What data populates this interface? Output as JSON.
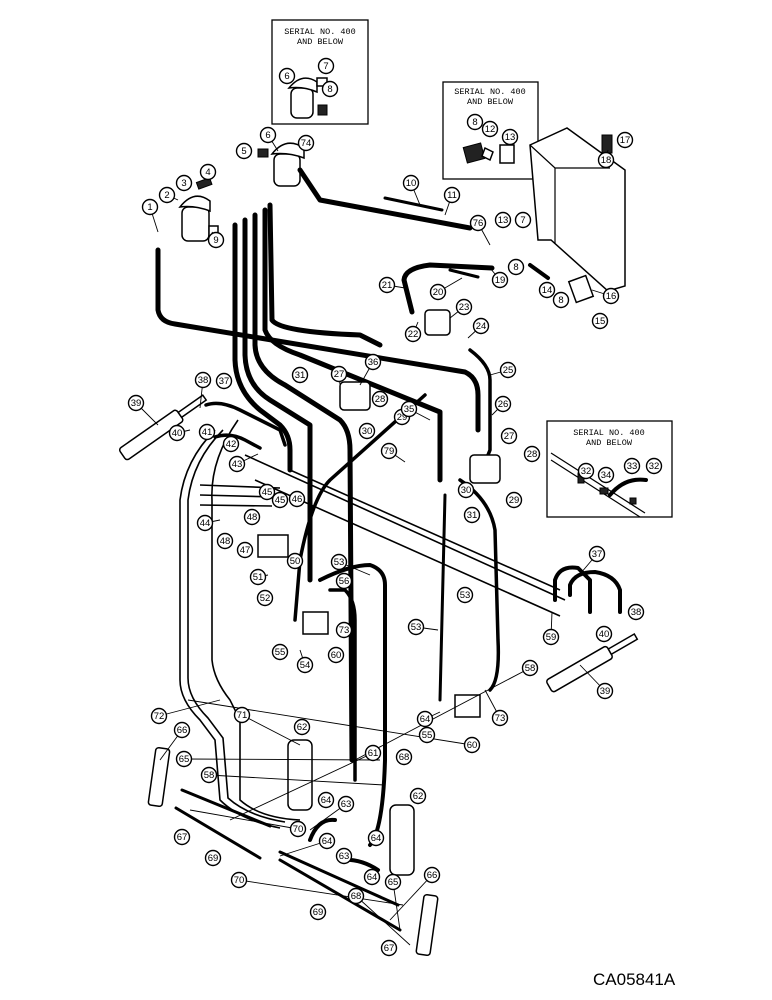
{
  "insets": [
    {
      "line1": "SERIAL NO. 400",
      "line2": "AND BELOW"
    },
    {
      "line1": "SERIAL NO. 400",
      "line2": "AND BELOW"
    },
    {
      "line1": "SERIAL NO. 400",
      "line2": "AND BELOW"
    }
  ],
  "drawing_code": "CA05841A",
  "callouts": [
    {
      "label": "1"
    },
    {
      "label": "2"
    },
    {
      "label": "3"
    },
    {
      "label": "4"
    },
    {
      "label": "5"
    },
    {
      "label": "6"
    },
    {
      "label": "74"
    },
    {
      "label": "6"
    },
    {
      "label": "7"
    },
    {
      "label": "8"
    },
    {
      "label": "9"
    },
    {
      "label": "10"
    },
    {
      "label": "11"
    },
    {
      "label": "8"
    },
    {
      "label": "12"
    },
    {
      "label": "13"
    },
    {
      "label": "17"
    },
    {
      "label": "18"
    },
    {
      "label": "76"
    },
    {
      "label": "13"
    },
    {
      "label": "7"
    },
    {
      "label": "8"
    },
    {
      "label": "19"
    },
    {
      "label": "21"
    },
    {
      "label": "20"
    },
    {
      "label": "14"
    },
    {
      "label": "8"
    },
    {
      "label": "16"
    },
    {
      "label": "15"
    },
    {
      "label": "22"
    },
    {
      "label": "23"
    },
    {
      "label": "24"
    },
    {
      "label": "25"
    },
    {
      "label": "36"
    },
    {
      "label": "27"
    },
    {
      "label": "31"
    },
    {
      "label": "38"
    },
    {
      "label": "37"
    },
    {
      "label": "39"
    },
    {
      "label": "28"
    },
    {
      "label": "29"
    },
    {
      "label": "26"
    },
    {
      "label": "35"
    },
    {
      "label": "30"
    },
    {
      "label": "40"
    },
    {
      "label": "41"
    },
    {
      "label": "42"
    },
    {
      "label": "43"
    },
    {
      "label": "79"
    },
    {
      "label": "27"
    },
    {
      "label": "28"
    },
    {
      "label": "45"
    },
    {
      "label": "46"
    },
    {
      "label": "45"
    },
    {
      "label": "31"
    },
    {
      "label": "29"
    },
    {
      "label": "30"
    },
    {
      "label": "44"
    },
    {
      "label": "48"
    },
    {
      "label": "47"
    },
    {
      "label": "48"
    },
    {
      "label": "50"
    },
    {
      "label": "51"
    },
    {
      "label": "53"
    },
    {
      "label": "52"
    },
    {
      "label": "56"
    },
    {
      "label": "53"
    },
    {
      "label": "53"
    },
    {
      "label": "73"
    },
    {
      "label": "55"
    },
    {
      "label": "60"
    },
    {
      "label": "54"
    },
    {
      "label": "37"
    },
    {
      "label": "38"
    },
    {
      "label": "59"
    },
    {
      "label": "40"
    },
    {
      "label": "58"
    },
    {
      "label": "39"
    },
    {
      "label": "64"
    },
    {
      "label": "55"
    },
    {
      "label": "73"
    },
    {
      "label": "60"
    },
    {
      "label": "72"
    },
    {
      "label": "71"
    },
    {
      "label": "66"
    },
    {
      "label": "62"
    },
    {
      "label": "65"
    },
    {
      "label": "58"
    },
    {
      "label": "61"
    },
    {
      "label": "68"
    },
    {
      "label": "64"
    },
    {
      "label": "63"
    },
    {
      "label": "62"
    },
    {
      "label": "70"
    },
    {
      "label": "64"
    },
    {
      "label": "67"
    },
    {
      "label": "69"
    },
    {
      "label": "64"
    },
    {
      "label": "63"
    },
    {
      "label": "64"
    },
    {
      "label": "70"
    },
    {
      "label": "65"
    },
    {
      "label": "66"
    },
    {
      "label": "68"
    },
    {
      "label": "69"
    },
    {
      "label": "67"
    },
    {
      "label": "32"
    },
    {
      "label": "34"
    },
    {
      "label": "33"
    },
    {
      "label": "32"
    }
  ]
}
